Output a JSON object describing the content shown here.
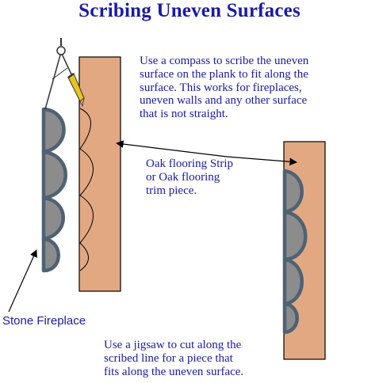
{
  "title": "Scribing Uneven Surfaces",
  "instructions": {
    "compass_lines": [
      "Use a compass to scribe the uneven",
      "surface on the plank to fit along the",
      "surface. This works for fireplaces,",
      "uneven walls and any other surface",
      "that is not straight."
    ],
    "jigsaw_lines": [
      "Use a jigsaw to cut along the",
      "scribed line for a piece that",
      "fits along the uneven surface."
    ]
  },
  "labels": {
    "oak_lines": [
      "Oak flooring Strip",
      "or Oak flooring",
      "trim piece."
    ],
    "stone": "Stone Fireplace"
  },
  "colors": {
    "text": "#1a1aa8",
    "plank_fill": "#e2a882",
    "plank_stroke": "#000000",
    "stone_fill": "#8c8c8c",
    "stone_stroke": "#4f6273",
    "pencil": "#e8c51b",
    "arrow": "#000000"
  },
  "icons": [
    "compass-icon",
    "pencil-icon"
  ]
}
